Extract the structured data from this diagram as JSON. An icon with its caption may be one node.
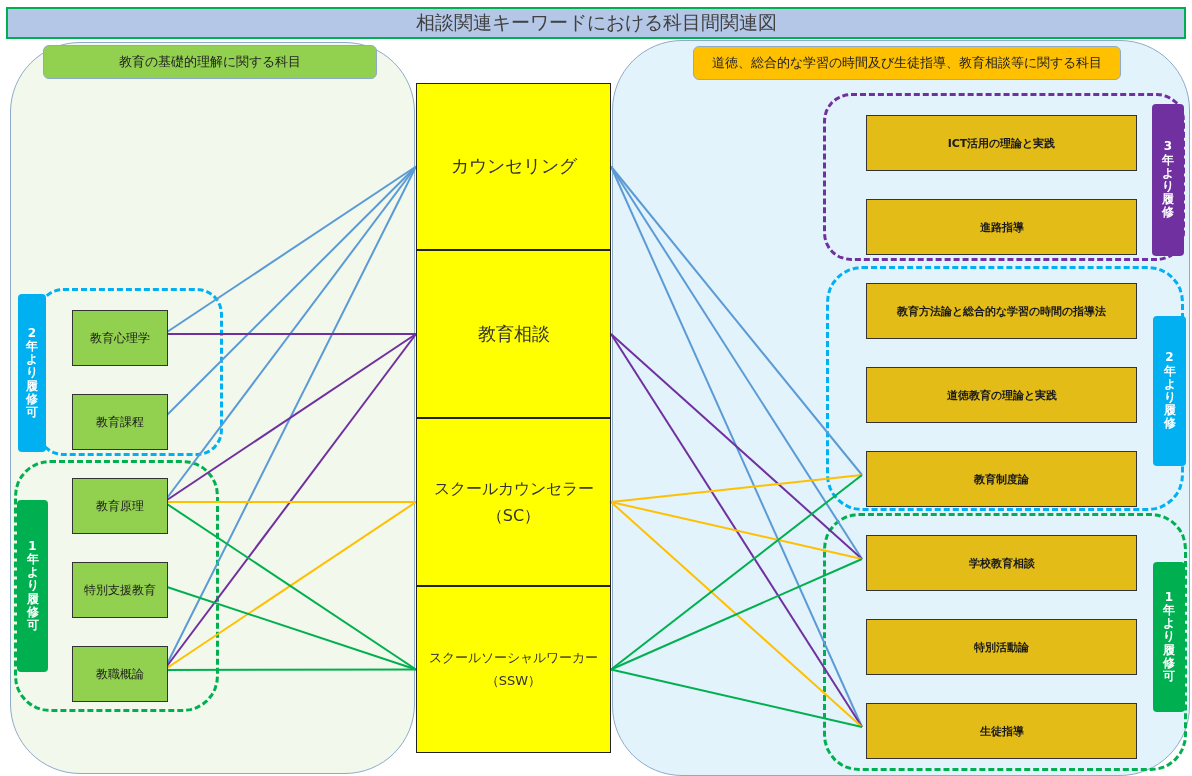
{
  "diagram": {
    "title": "相談関連キーワードにおける科目間関連図",
    "nodes": [
      {
        "text": [
          "教育の基礎的理解に関する科目"
        ]
      },
      {
        "text": [
          "2年より履修可"
        ],
        "in": 0
      },
      {
        "text": [
          "教育心理学"
        ],
        "in": 1
      },
      {
        "text": [
          "教育課程"
        ],
        "in": 1
      },
      {
        "text": [
          "1年より履修可"
        ],
        "in": 0
      },
      {
        "text": [
          "教育原理"
        ],
        "in": 4
      },
      {
        "text": [
          "特別支援教育"
        ],
        "in": 4
      },
      {
        "text": [
          "教職概論"
        ],
        "in": 4
      },
      {
        "text": [
          "カウンセリング"
        ]
      },
      {
        "text": [
          "教育相談"
        ]
      },
      {
        "text": [
          "スクールカウンセラー（SC）"
        ]
      },
      {
        "text": [
          "スクールソーシャルワーカー（SSW）"
        ]
      },
      {
        "text": [
          "道徳、総合的な学習の時間及び生徒指導、教育相談等に関する科目"
        ]
      },
      {
        "text": [
          "3年より履修"
        ],
        "in": 12
      },
      {
        "text": [
          "ICT活用の理論と実践"
        ],
        "in": 13
      },
      {
        "text": [
          "進路指導"
        ],
        "in": 13
      },
      {
        "text": [
          "2年より履修"
        ],
        "in": 12
      },
      {
        "text": [
          "教育方法論と総合的な学習の時間の指導法"
        ],
        "in": 16
      },
      {
        "text": [
          "道徳教育の理論と実践"
        ],
        "in": 16
      },
      {
        "text": [
          "教育制度論"
        ],
        "in": 16
      },
      {
        "text": [
          "1年より履修可"
        ],
        "in": 12
      },
      {
        "text": [
          "学校教育相談"
        ],
        "in": 20
      },
      {
        "text": [
          "特別活動論"
        ],
        "in": 20
      },
      {
        "text": [
          "生徒指導"
        ],
        "in": 20
      }
    ],
    "edges": [
      {
        "from": 2,
        "to": 8,
        "arrow": "none",
        "color": "#5b9bd5"
      },
      {
        "from": 3,
        "to": 8,
        "arrow": "none",
        "color": "#5b9bd5"
      },
      {
        "from": 5,
        "to": 8,
        "arrow": "none",
        "color": "#5b9bd5"
      },
      {
        "from": 7,
        "to": 8,
        "arrow": "none",
        "color": "#5b9bd5"
      },
      {
        "from": 2,
        "to": 9,
        "arrow": "none",
        "color": "#7030a0"
      },
      {
        "from": 5,
        "to": 9,
        "arrow": "none",
        "color": "#7030a0"
      },
      {
        "from": 7,
        "to": 9,
        "arrow": "none",
        "color": "#7030a0"
      },
      {
        "from": 5,
        "to": 10,
        "arrow": "none",
        "color": "#ffc000"
      },
      {
        "from": 7,
        "to": 10,
        "arrow": "none",
        "color": "#ffc000"
      },
      {
        "from": 5,
        "to": 11,
        "arrow": "none",
        "color": "#00b050"
      },
      {
        "from": 6,
        "to": 11,
        "arrow": "none",
        "color": "#00b050"
      },
      {
        "from": 7,
        "to": 11,
        "arrow": "none",
        "color": "#00b050"
      },
      {
        "from": 8,
        "to": 19,
        "arrow": "none",
        "color": "#5b9bd5"
      },
      {
        "from": 8,
        "to": 21,
        "arrow": "none",
        "color": "#5b9bd5"
      },
      {
        "from": 8,
        "to": 23,
        "arrow": "none",
        "color": "#5b9bd5"
      },
      {
        "from": 9,
        "to": 21,
        "arrow": "none",
        "color": "#7030a0"
      },
      {
        "from": 9,
        "to": 23,
        "arrow": "none",
        "color": "#7030a0"
      },
      {
        "from": 10,
        "to": 19,
        "arrow": "none",
        "color": "#ffc000"
      },
      {
        "from": 10,
        "to": 21,
        "arrow": "none",
        "color": "#ffc000"
      },
      {
        "from": 10,
        "to": 23,
        "arrow": "none",
        "color": "#ffc000"
      },
      {
        "from": 11,
        "to": 19,
        "arrow": "none",
        "color": "#00b050"
      },
      {
        "from": 11,
        "to": 21,
        "arrow": "none",
        "color": "#00b050"
      },
      {
        "from": 11,
        "to": 23,
        "arrow": "none",
        "color": "#00b050"
      }
    ]
  }
}
